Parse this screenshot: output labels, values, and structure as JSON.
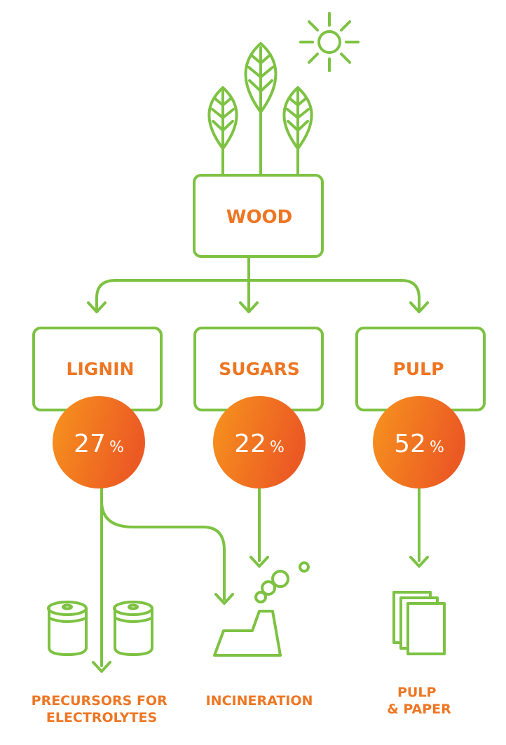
{
  "colors": {
    "green": "#7dc242",
    "orange": "#ee7623",
    "circle_light": "#f7941d",
    "circle_dark": "#ec5a24"
  },
  "source": {
    "label": "WOOD"
  },
  "components": [
    {
      "label": "LIGNIN",
      "percent": "27",
      "unit": "%"
    },
    {
      "label": "SUGARS",
      "percent": "22",
      "unit": "%"
    },
    {
      "label": "PULP",
      "percent": "52",
      "unit": "%"
    }
  ],
  "outputs": {
    "precursors": [
      "PRECURSORS FOR",
      "ELECTROLYTES"
    ],
    "incineration": "INCINERATION",
    "pulp_paper": [
      "PULP",
      "& PAPER"
    ]
  },
  "icons": [
    "sun-icon",
    "leaf-icon",
    "arrow-icon",
    "battery-icon",
    "factory-icon",
    "smoke-icon",
    "paper-stack-icon"
  ]
}
